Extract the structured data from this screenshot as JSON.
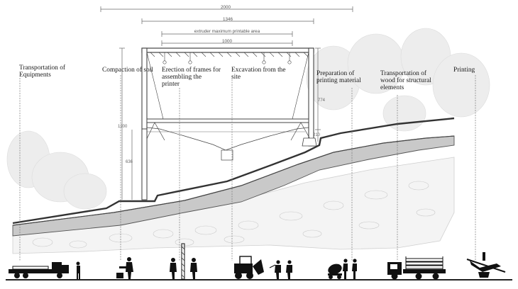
{
  "dimensions": {
    "total": "2000",
    "frame": "1346",
    "extruder_area_label": "extruder maximum printable area",
    "extruder_width": "1000",
    "height_total": "1200",
    "height_lower": "636",
    "height_right_upper": "774",
    "height_right_lower": "210"
  },
  "steps": [
    {
      "line1": "Transportation of",
      "line2": "Equipments",
      "line3": ""
    },
    {
      "line1": "Compaction of soil",
      "line2": "",
      "line3": ""
    },
    {
      "line1": "Erection of frames for",
      "line2": "assembling the",
      "line3": "printer"
    },
    {
      "line1": "Excavation from the",
      "line2": "site",
      "line3": ""
    },
    {
      "line1": "Preparation of",
      "line2": "printing material",
      "line3": ""
    },
    {
      "line1": "Transportation of",
      "line2": "wood for structural",
      "line3": "elements"
    },
    {
      "line1": "Printing",
      "line2": "",
      "line3": ""
    }
  ],
  "icons": [
    "flatbed-truck-icon",
    "worker-compactor-icon",
    "workers-frame-icon",
    "excavator-workers-icon",
    "concrete-mixer-icon",
    "log-truck-icon",
    "printer-nozzle-icon"
  ]
}
